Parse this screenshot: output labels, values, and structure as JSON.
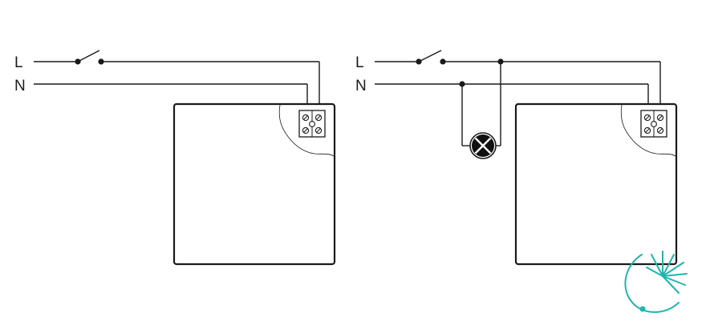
{
  "diagrams": [
    {
      "id": "left",
      "line_label": "L",
      "neutral_label": "N",
      "has_lamp": false
    },
    {
      "id": "right",
      "line_label": "L",
      "neutral_label": "N",
      "has_lamp": true
    }
  ],
  "colors": {
    "ink": "#1a1a1a",
    "logo": "#1fb5ad"
  },
  "icons": {
    "switch": "spst-switch-icon",
    "lamp": "lamp-icon",
    "terminal": "terminal-block-icon",
    "logo": "brand-logo-icon"
  }
}
